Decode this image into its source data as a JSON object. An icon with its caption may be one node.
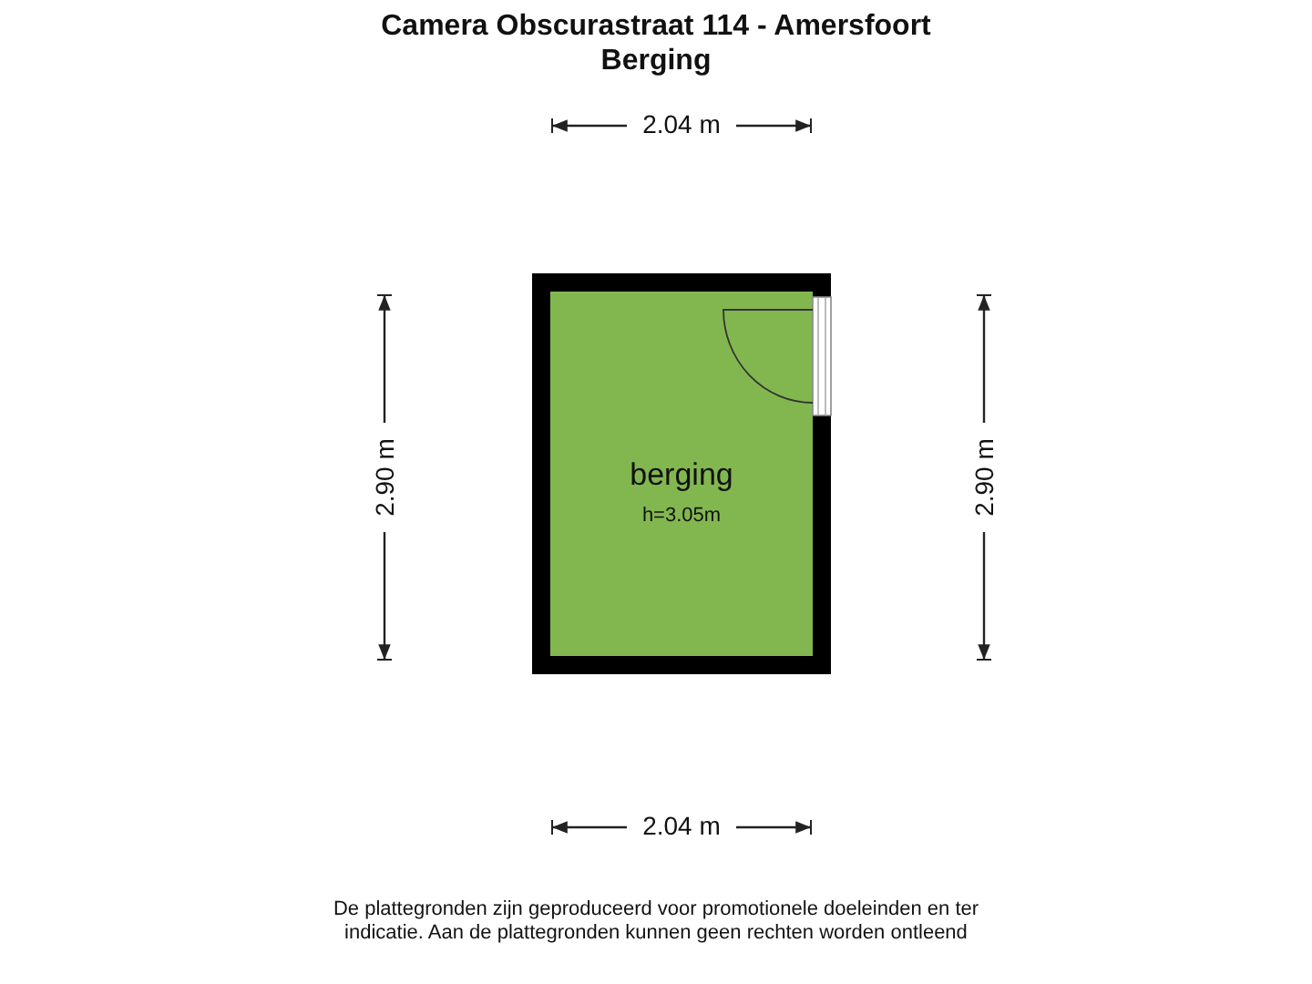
{
  "diagram": {
    "title": "Camera Obscurastraat 114 - Amersfoort",
    "caption": "De plattegronden zijn geproduceerd voor promotionele doeleinden en ter indicatie. Aan de plattegronden kunnen geen rechten worden ontleend",
    "nodes": [
      {
        "text": [
          "berging",
          "h=3.05m"
        ]
      }
    ],
    "edges": [],
    "labels": [
      "Berging",
      "2.04 m",
      "2.90 m",
      "2.90 m",
      "2.04 m"
    ]
  }
}
